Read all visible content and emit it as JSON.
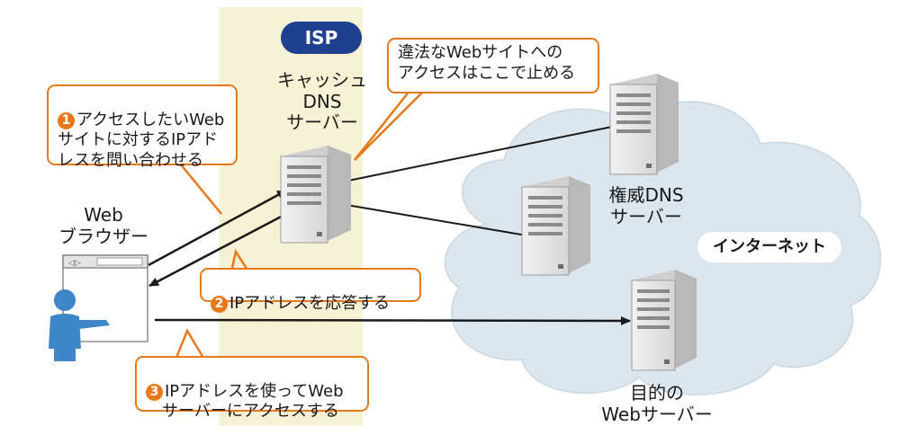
{
  "isp_label": "ISP",
  "labels": {
    "cache_dns": "キャッシュ\nDNS\nサーバー",
    "auth_dns": "権威DNS\nサーバー",
    "internet": "インターネット",
    "browser": "Web\nブラウザー",
    "target_web": "目的の\nWebサーバー"
  },
  "callouts": {
    "step1_num": "1",
    "step1_text": "アクセスしたいWeb\nサイトに対するIPアド\nレスを問い合わせる",
    "step2_num": "2",
    "step2_text": "IPアドレスを応答する",
    "step3_num": "3",
    "step3_text": "IPアドレスを使ってWeb\n　サーバーにアクセスする",
    "block_text": "違法なWebサイトへの\nアクセスはここで止める"
  },
  "colors": {
    "isp_band": "#f7f1d6",
    "isp_badge": "#1f3f8f",
    "cloud": "#dbe6ee",
    "cloud_edge": "#c9d7e2",
    "callout_border": "#e8791a",
    "arrow": "#1a1a1a",
    "server_face": "#e6e6e6",
    "server_side": "#b9b9b9",
    "person": "#3d86c8"
  },
  "icons": [
    "server-icon",
    "person-icon",
    "browser-window-icon"
  ]
}
